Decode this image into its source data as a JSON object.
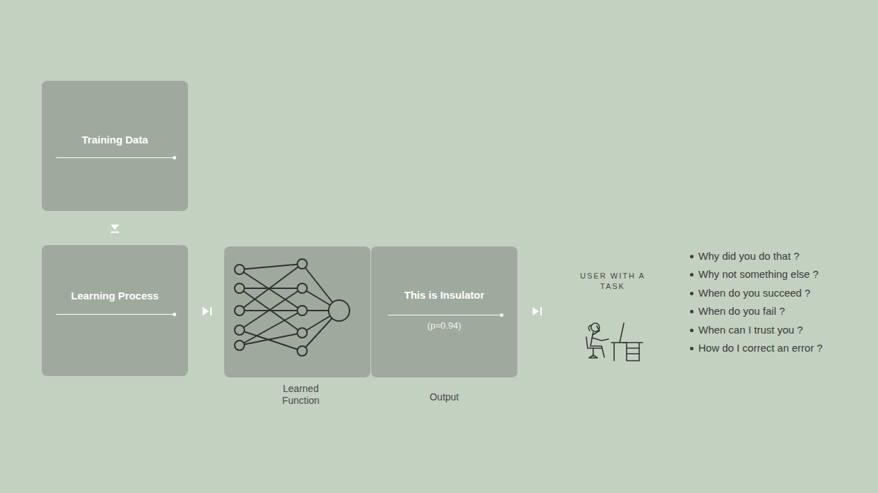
{
  "diagram": {
    "nodes": [
      {
        "text": [
          "Training Data"
        ]
      },
      {
        "text": [
          "Learning Process"
        ]
      },
      {
        "text": [
          "Learned Function"
        ]
      },
      {
        "text": [
          "This is Insulator",
          "(p=0.94)",
          "Output"
        ]
      }
    ],
    "edges": [
      {
        "from": 0,
        "to": 1,
        "arrow": "to"
      },
      {
        "from": 1,
        "to": 2,
        "arrow": "to"
      }
    ],
    "labels": [
      "USER WITH A TASK",
      "Why did you do that ?",
      "Why not something else ?",
      "When do you succeed ?",
      "When do you fail ?",
      "When can I trust you ?",
      "How do I correct an error ?"
    ]
  }
}
